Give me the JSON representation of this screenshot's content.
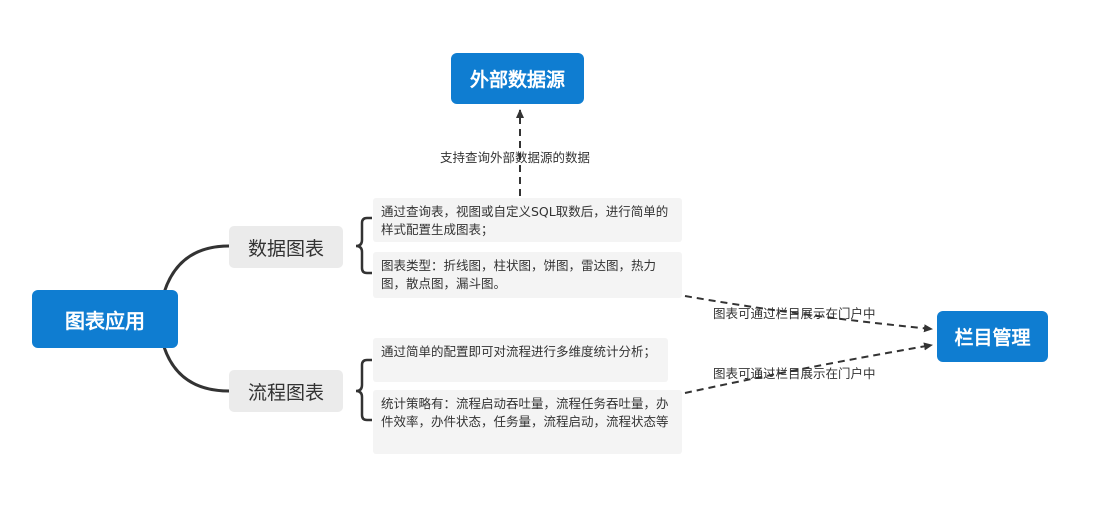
{
  "nodes": {
    "root": "图表应用",
    "external_source": "外部数据源",
    "column_mgmt": "栏目管理",
    "data_chart": "数据图表",
    "flow_chart": "流程图表"
  },
  "notes": {
    "data_chart_1": "通过查询表，视图或自定义SQL取数后，进行简单的样式配置生成图表；",
    "data_chart_2": "图表类型：折线图，柱状图，饼图，雷达图，热力图，散点图，漏斗图。",
    "flow_chart_1": "通过简单的配置即可对流程进行多维度统计分析；",
    "flow_chart_2": "统计策略有：流程启动吞吐量，流程任务吞吐量，办件效率，办件状态，任务量，流程启动，流程状态等"
  },
  "relations": {
    "external_support": "支持查询外部数据源的数据",
    "portal_display_1": "图表可通过栏目展示在门户中",
    "portal_display_2": "图表可通过栏目展示在门户中"
  },
  "colors": {
    "main_topic": "#0f7dd1",
    "sub_topic": "#ebebeb",
    "connector": "#333333"
  }
}
